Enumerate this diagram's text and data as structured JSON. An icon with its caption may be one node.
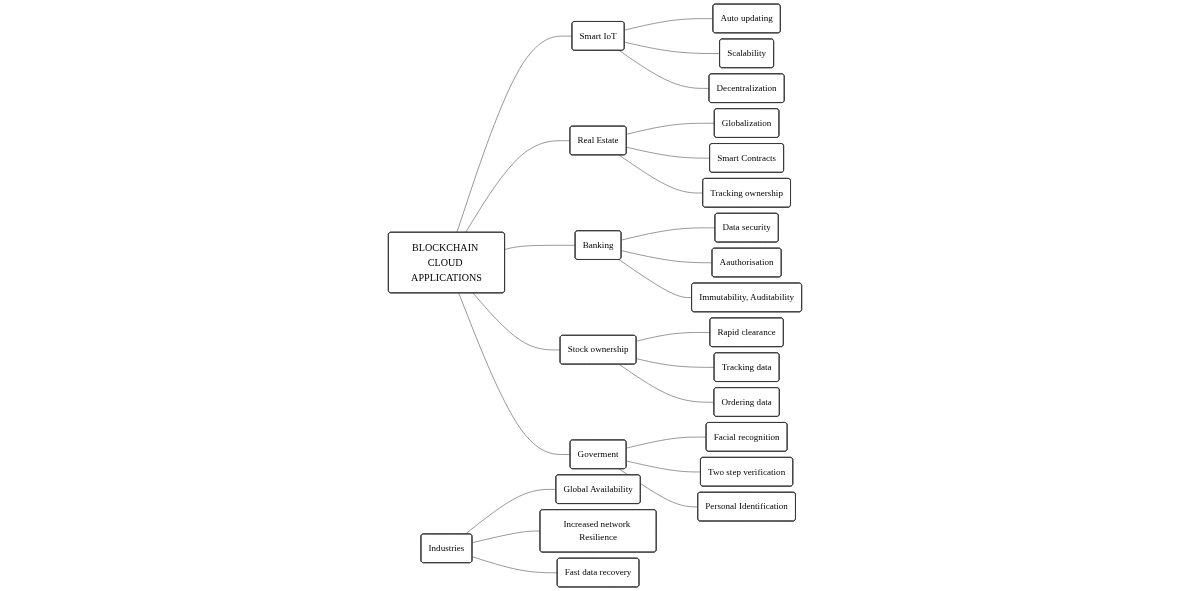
{
  "diagram": {
    "nodes": [
      {
        "text": [
          "BLOCKCHAIN CLOUD APPLICATIONS"
        ]
      },
      {
        "text": [
          "Smart IoT"
        ]
      },
      {
        "text": [
          "Auto updating"
        ]
      },
      {
        "text": [
          "Scalability"
        ]
      },
      {
        "text": [
          "Decentralization"
        ]
      },
      {
        "text": [
          "Real Estate"
        ]
      },
      {
        "text": [
          "Globalization"
        ]
      },
      {
        "text": [
          "Smart Contracts"
        ]
      },
      {
        "text": [
          "Tracking ownership"
        ]
      },
      {
        "text": [
          "Banking"
        ]
      },
      {
        "text": [
          "Data security"
        ]
      },
      {
        "text": [
          "Aauthorisation"
        ]
      },
      {
        "text": [
          "Immutability, Auditability"
        ]
      },
      {
        "text": [
          "Stock ownership"
        ]
      },
      {
        "text": [
          "Rapid clearance"
        ]
      },
      {
        "text": [
          "Tracking data"
        ]
      },
      {
        "text": [
          "Ordering data"
        ]
      },
      {
        "text": [
          "Industries"
        ]
      },
      {
        "text": [
          "Global Availability"
        ]
      },
      {
        "text": [
          "Increased network Resilience"
        ]
      },
      {
        "text": [
          "Fast data recovery"
        ]
      },
      {
        "text": [
          "Goverment"
        ]
      },
      {
        "text": [
          "Facial recognition"
        ]
      },
      {
        "text": [
          "Two step verification"
        ]
      },
      {
        "text": [
          "Personal Identification"
        ]
      }
    ],
    "edges": [
      {
        "from": 0,
        "to": 1,
        "arrow": "none"
      },
      {
        "from": 1,
        "to": 2,
        "arrow": "none"
      },
      {
        "from": 1,
        "to": 3,
        "arrow": "none"
      },
      {
        "from": 1,
        "to": 4,
        "arrow": "none"
      },
      {
        "from": 0,
        "to": 5,
        "arrow": "none"
      },
      {
        "from": 5,
        "to": 6,
        "arrow": "none"
      },
      {
        "from": 5,
        "to": 7,
        "arrow": "none"
      },
      {
        "from": 5,
        "to": 8,
        "arrow": "none"
      },
      {
        "from": 0,
        "to": 9,
        "arrow": "none"
      },
      {
        "from": 9,
        "to": 10,
        "arrow": "none"
      },
      {
        "from": 9,
        "to": 11,
        "arrow": "none"
      },
      {
        "from": 9,
        "to": 12,
        "arrow": "none"
      },
      {
        "from": 0,
        "to": 13,
        "arrow": "none"
      },
      {
        "from": 13,
        "to": 14,
        "arrow": "none"
      },
      {
        "from": 13,
        "to": 15,
        "arrow": "none"
      },
      {
        "from": 13,
        "to": 16,
        "arrow": "none"
      },
      {
        "from": 17,
        "to": 18,
        "arrow": "none"
      },
      {
        "from": 17,
        "to": 19,
        "arrow": "none"
      },
      {
        "from": 17,
        "to": 20,
        "arrow": "none"
      },
      {
        "from": 0,
        "to": 21,
        "arrow": "none"
      },
      {
        "from": 21,
        "to": 22,
        "arrow": "none"
      },
      {
        "from": 21,
        "to": 23,
        "arrow": "none"
      },
      {
        "from": 21,
        "to": 24,
        "arrow": "none"
      }
    ]
  }
}
